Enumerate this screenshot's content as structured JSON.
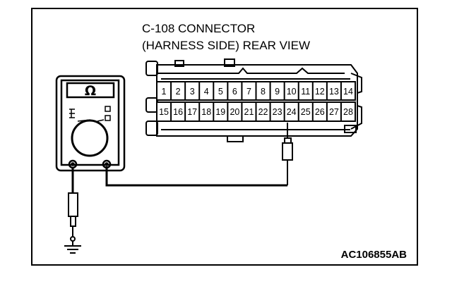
{
  "diagram": {
    "title_line1": "C-108 CONNECTOR",
    "title_line2": "(HARNESS SIDE) REAR VIEW",
    "figure_code": "AC106855AB",
    "meter_symbol": "Ω",
    "pins_top": [
      "1",
      "2",
      "3",
      "4",
      "5",
      "6",
      "7",
      "8",
      "9",
      "10",
      "11",
      "12",
      "13",
      "14"
    ],
    "pins_bottom": [
      "15",
      "16",
      "17",
      "18",
      "19",
      "20",
      "21",
      "22",
      "23",
      "24",
      "25",
      "26",
      "27",
      "28"
    ],
    "probe_pin": "24",
    "icons": [
      "multimeter-icon",
      "probe-icon",
      "ground-icon"
    ]
  }
}
